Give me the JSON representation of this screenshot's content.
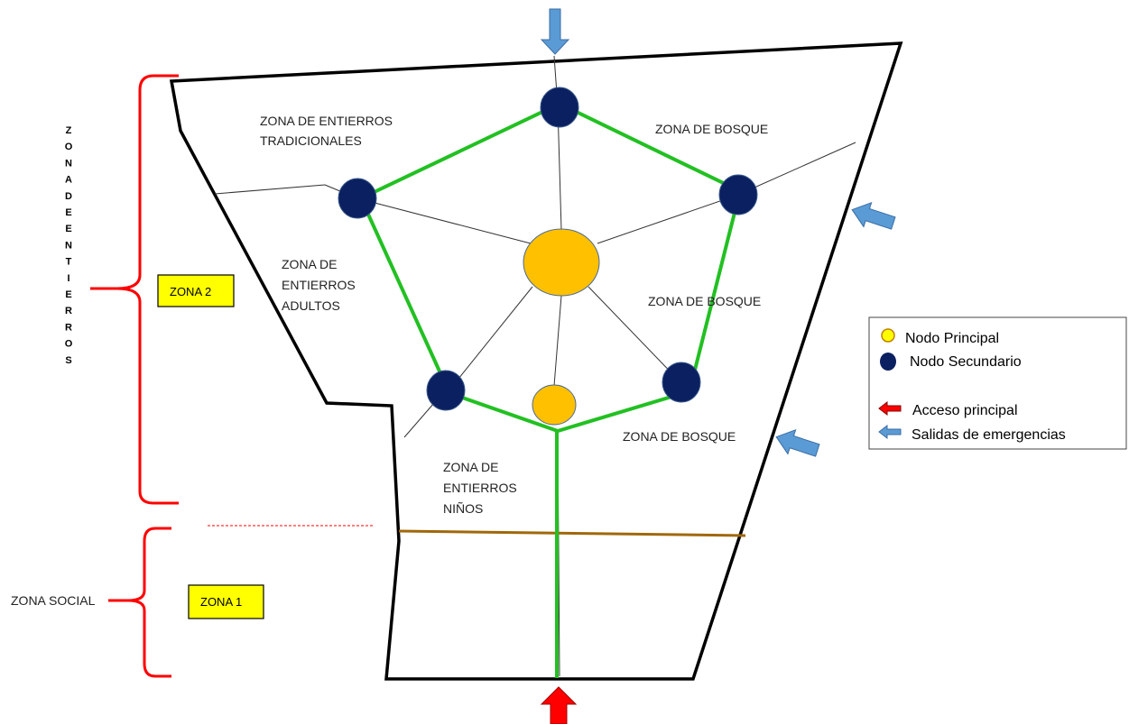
{
  "zones": {
    "traditional": [
      "ZONA DE ENTIERROS",
      "TRADICIONALES"
    ],
    "forest_top": "ZONA DE BOSQUE",
    "forest_middle": "ZONA DE BOSQUE",
    "forest_bottom": "ZONA DE BOSQUE",
    "adults": [
      "ZONA DE",
      "ENTIERROS",
      "ADULTOS"
    ],
    "children": [
      "ZONA DE",
      "ENTIERROS",
      "NIÑOS"
    ],
    "social": "ZONA SOCIAL"
  },
  "badges": {
    "zona2": "ZONA 2",
    "zona1": "ZONA 1"
  },
  "side_label_letters": [
    "Z",
    "O",
    "N",
    "A",
    "D",
    "E",
    "E",
    "N",
    "T",
    "I",
    "E",
    "R",
    "R",
    "O",
    "S"
  ],
  "legend": {
    "principal_node": "Nodo Principal",
    "secondary_node": "Nodo Secundario",
    "main_access": "Acceso principal",
    "emergency_exits": "Salidas de emergencias"
  },
  "colors": {
    "path": "#22c022",
    "principal_node": "#ffc000",
    "secondary_node": "#0b2060",
    "main_access_arrow": "#ff0000",
    "emergency_arrow": "#5b9bd5",
    "bracket": "#ff0000",
    "divider": "#a0680a",
    "badge": "#ffff00"
  }
}
